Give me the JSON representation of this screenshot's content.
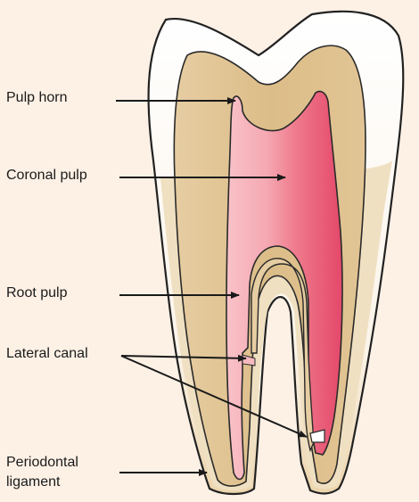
{
  "labels": {
    "pulp_horn": "Pulp horn",
    "coronal_pulp": "Coronal pulp",
    "root_pulp": "Root pulp",
    "lateral_canal": "Lateral canal",
    "periodontal_line1": "Periodontal",
    "periodontal_line2": "ligament"
  },
  "colors": {
    "background": "#fdf1e6",
    "enamel": "#ffffff",
    "dentin": "#e3c697",
    "cementum": "#f1e3c8",
    "pulp_light": "#f7b3bb",
    "pulp_dark": "#e8546f",
    "outline": "#222222"
  }
}
